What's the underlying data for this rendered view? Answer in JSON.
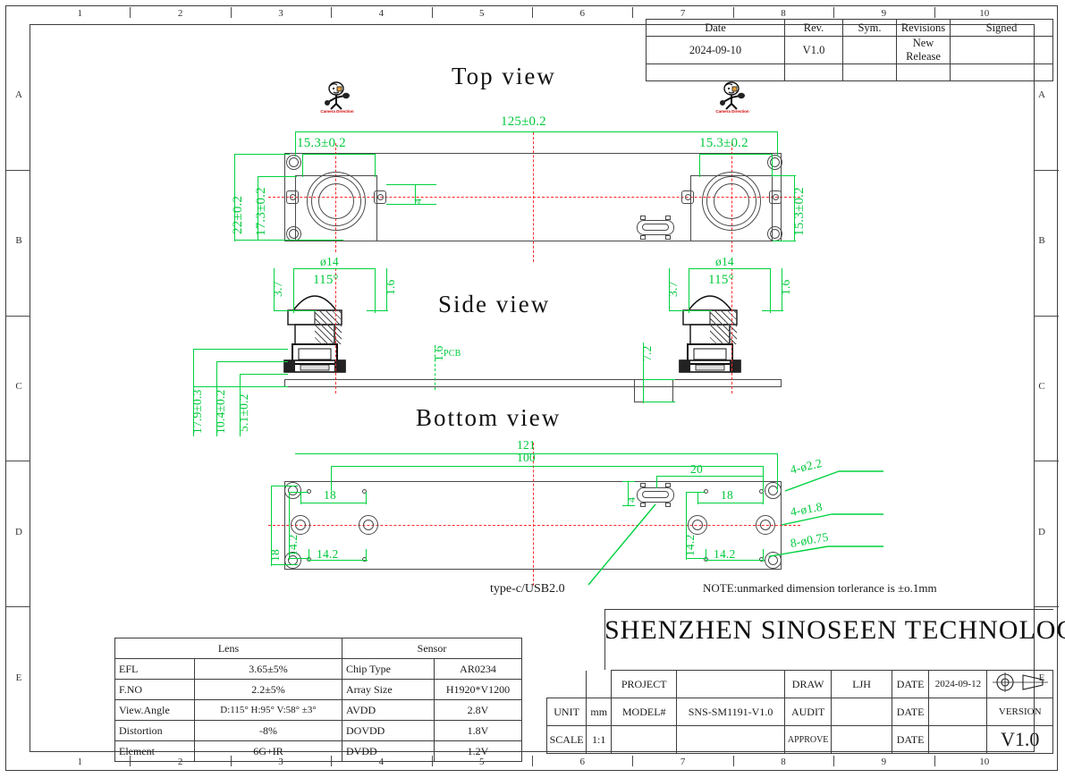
{
  "frame": {
    "zone_numbers": [
      "1",
      "2",
      "3",
      "4",
      "5",
      "6",
      "7",
      "8",
      "9",
      "10"
    ],
    "zone_letters": [
      "A",
      "B",
      "C",
      "D",
      "E"
    ]
  },
  "revision_table": {
    "headers": [
      "Date",
      "Rev.",
      "Sym.",
      "Revisions",
      "Signed"
    ],
    "rows": [
      {
        "date": "2024-09-10",
        "rev": "V1.0",
        "sym": "",
        "revisions": "New Release",
        "signed": ""
      },
      {
        "date": "",
        "rev": "",
        "sym": "",
        "revisions": "",
        "signed": ""
      }
    ]
  },
  "views": {
    "top": {
      "title": "Top view"
    },
    "side": {
      "title": "Side view"
    },
    "bottom": {
      "title": "Bottom view"
    }
  },
  "logo": {
    "caption": "Camera Direction"
  },
  "dimensions": {
    "top_view": {
      "overall_length": "125±0.2",
      "left_camera_width": "15.3±0.2",
      "right_camera_width": "15.3±0.2",
      "board_height": "22±0.2",
      "left_camera_height": "17.3±0.2",
      "right_camera_height": "15.3±0.2",
      "hole_offset": "4"
    },
    "side_view": {
      "lens_diameter_left": "ø14",
      "lens_diameter_right": "ø14",
      "fov_left": "115°",
      "fov_right": "115°",
      "lens_height_left": "3.7",
      "lens_height_right": "3.7",
      "lens_top_left": "1.6",
      "lens_top_right": "1.6",
      "pcb_thickness": "1.6",
      "pcb_label": "PCB",
      "connector_height": "7.2",
      "total_height": "17.9±0.3",
      "mid_height": "10.4±0.2",
      "base_height": "5.1±0.2"
    },
    "bottom_view": {
      "length_121": "121",
      "length_100": "100",
      "connector_offset": "20",
      "connector_edge": "4",
      "hole_pitch_h_left": "18",
      "hole_pitch_h_right": "18",
      "hole_pitch_v_left": "14.2",
      "hole_pitch_v_right": "14.2",
      "hole_pitch_b_left": "14.2",
      "hole_pitch_b_right": "14.2",
      "callout_1": "4-ø2.2",
      "callout_2": "4-ø1.8",
      "callout_3": "8-ø0.75"
    }
  },
  "labels": {
    "connector": "type-c/USB2.0",
    "note": "NOTE:unmarked dimension torlerance is ±o.1mm"
  },
  "spec_table": {
    "group_left": "Lens",
    "group_right": "Sensor",
    "rows": [
      {
        "l_key": "EFL",
        "l_val": "3.65±5%",
        "r_key": "Chip Type",
        "r_val": "AR0234"
      },
      {
        "l_key": "F.NO",
        "l_val": "2.2±5%",
        "r_key": "Array Size",
        "r_val": "H1920*V1200"
      },
      {
        "l_key": "View.Angle",
        "l_val": "D:115° H:95° V:58° ±3°",
        "r_key": "AVDD",
        "r_val": "2.8V"
      },
      {
        "l_key": "Distortion",
        "l_val": "-8%",
        "r_key": "DOVDD",
        "r_val": "1.8V"
      },
      {
        "l_key": "Element",
        "l_val": "6G+IR",
        "r_key": "DVDD",
        "r_val": "1.2V"
      }
    ]
  },
  "title_block": {
    "company": "SHENZHEN SINOSEEN TECHNOLOGY",
    "unit_label": "UNIT",
    "unit_value": "mm",
    "scale_label": "SCALE",
    "scale_value": "1:1",
    "project_label": "PROJECT",
    "project_value": "",
    "model_label": "MODEL#",
    "model_value": "SNS-SM1191-V1.0",
    "draw_label": "DRAW",
    "draw_value": "LJH",
    "audit_label": "AUDIT",
    "audit_value": "",
    "approve_label": "APPROVE",
    "approve_value": "",
    "date1_label": "DATE",
    "date1_value": "2024-09-12",
    "date2_label": "DATE",
    "date2_value": "",
    "date3_label": "DATE",
    "date3_value": "",
    "version_label": "VERSION",
    "version_value": "V1.0"
  },
  "colors": {
    "dimension_green": "#00d23f",
    "centerline_red": "#ff2a2a",
    "ink": "#4a4a4a"
  }
}
